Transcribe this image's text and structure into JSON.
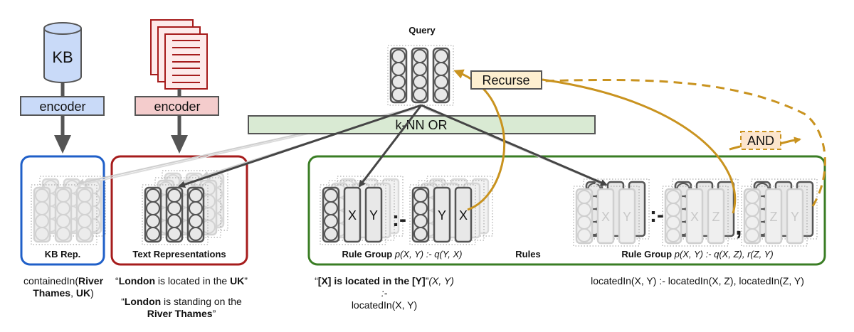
{
  "query": {
    "title": "Query"
  },
  "kb": {
    "db_label": "KB",
    "encoder_label": "encoder",
    "rep_label": "KB Rep.",
    "caption": {
      "pre": "containedIn(",
      "b1": "River Thames",
      "mid": ", ",
      "b2": "UK",
      "post": ")"
    }
  },
  "text": {
    "encoder_label": "encoder",
    "rep_label": "Text Representations",
    "captions": [
      {
        "q1": "“",
        "b1": "London",
        "mid": " is located in the ",
        "b2": "UK",
        "q2": "”"
      },
      {
        "q1": "“",
        "b1": "London",
        "mid": " is standing on the ",
        "b2": "River Thames",
        "q2": "”"
      }
    ]
  },
  "knn": {
    "label": "k-NN OR"
  },
  "recurse": {
    "label": "Recurse"
  },
  "and": {
    "label": "AND"
  },
  "rules": {
    "title": "Rules",
    "group1": {
      "prefix": "Rule Group ",
      "formula": "p(X, Y) :- q(Y, X)",
      "head_vars": [
        "X",
        "Y"
      ],
      "body_vars": [
        "Y",
        "X"
      ],
      "caption": {
        "q1": "“",
        "b": "[X] is located in the [Y]",
        "q2": "”",
        "rest": "(X, Y) :-",
        "line2": "locatedIn(X, Y)"
      }
    },
    "group2": {
      "prefix": "Rule Group ",
      "formula": "p(X, Y) :- q(X, Z), r(Z, Y)",
      "head_vars": [
        "X",
        "Y"
      ],
      "body1_vars": [
        "X",
        "Z"
      ],
      "body2_vars": [
        "Z",
        "Y"
      ],
      "caption": "locatedIn(X, Y) :- locatedIn(X, Z), locatedIn(Z, Y)"
    },
    "implies_symbol": ":-",
    "comma_symbol": ","
  },
  "colors": {
    "kb_blue": "#1f5fc8",
    "kb_fill": "#c9daf8",
    "text_red": "#a61c1c",
    "text_fill": "#f4cccc",
    "rules_green": "#3a7d24",
    "knn_fill": "#d9ead3",
    "gold": "#c9931f",
    "recurse_fill": "#fdefd0",
    "and_fill": "#fce5cd",
    "dark": "#4a4a4a"
  }
}
